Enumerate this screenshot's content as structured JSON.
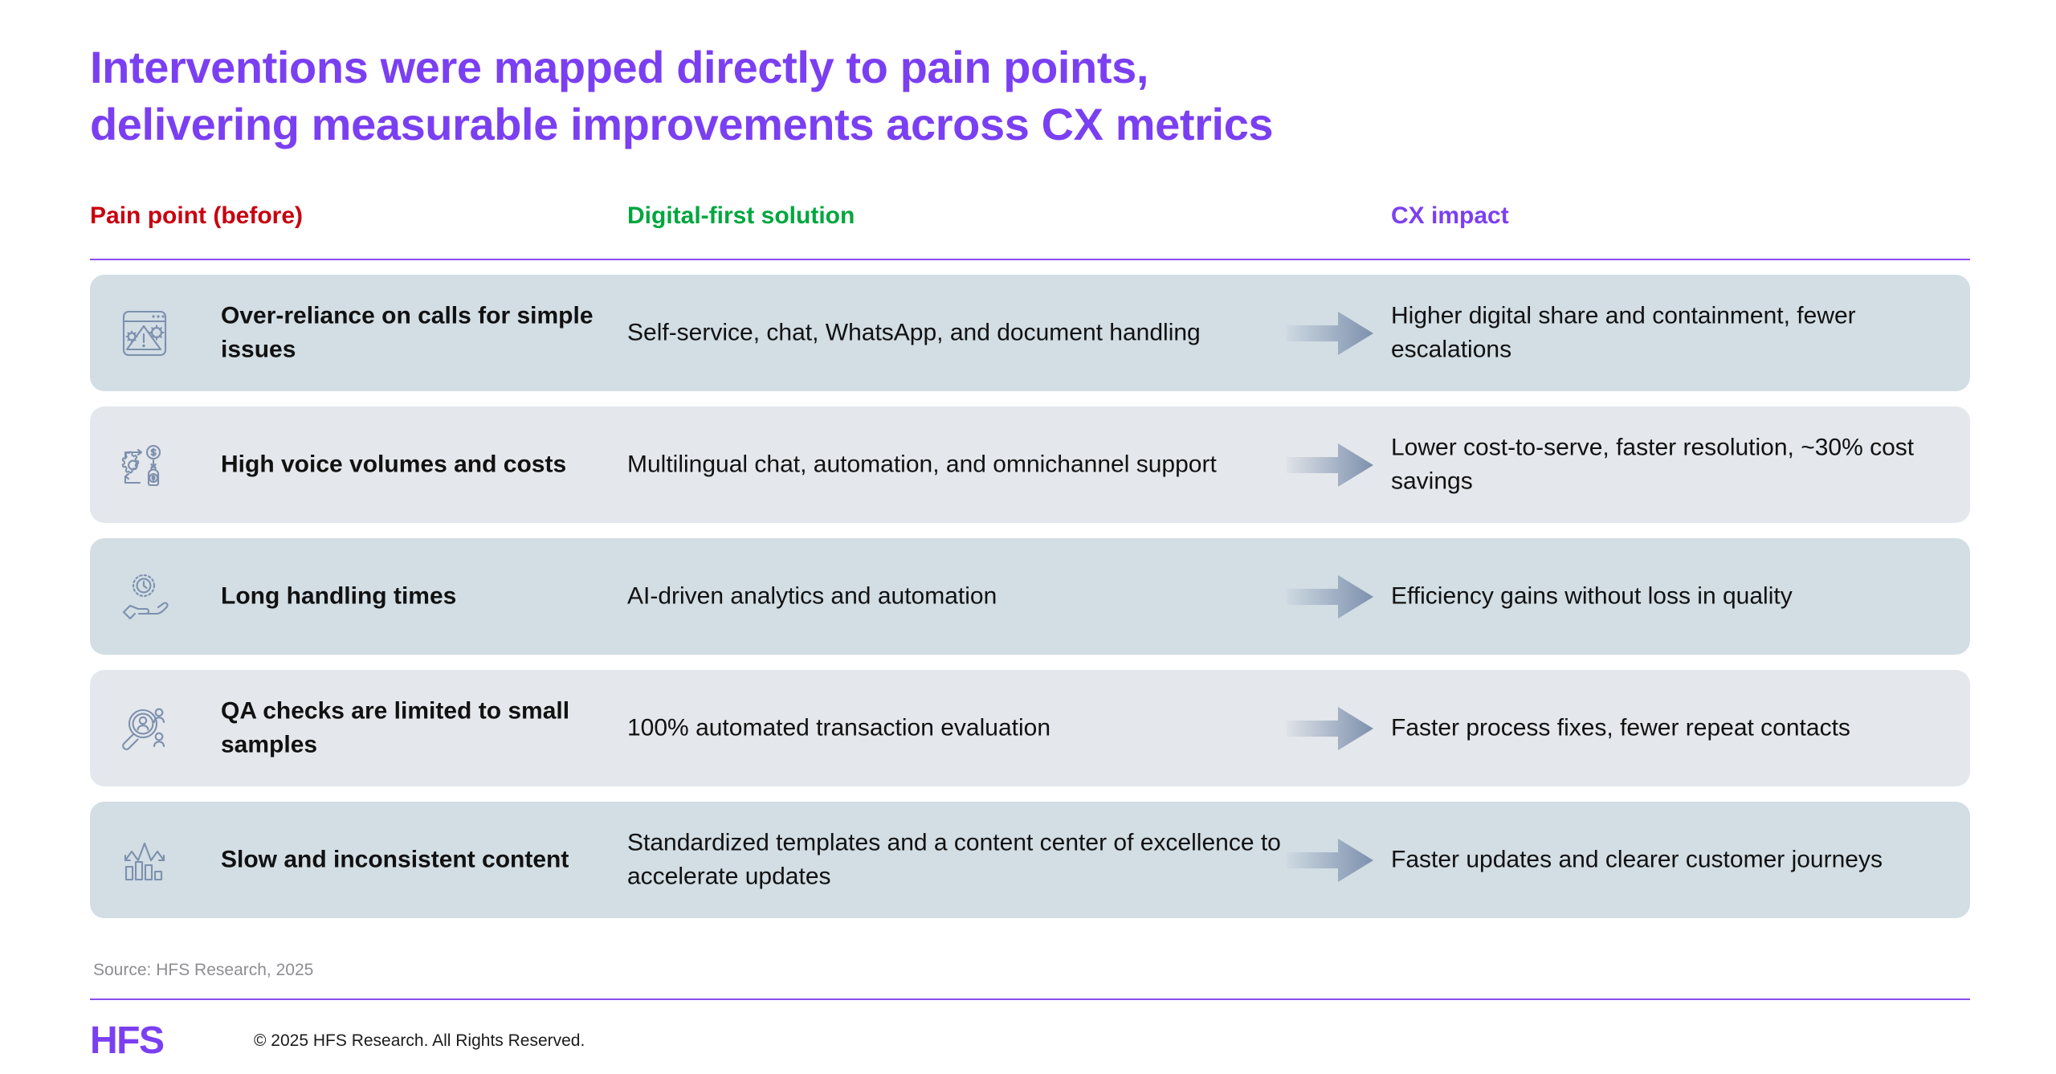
{
  "title": {
    "line1": "Interventions were mapped directly to pain points,",
    "line2": "delivering measurable improvements across CX metrics",
    "color": "#7b3ff2"
  },
  "columns": {
    "pain": {
      "label": "Pain point (before)",
      "color": "#c8000f"
    },
    "solution": {
      "label": "Digital-first solution",
      "color": "#00a63e"
    },
    "impact": {
      "label": "CX impact",
      "color": "#7b3ff2"
    }
  },
  "rows": [
    {
      "icon": "browser-warning-gear-icon",
      "pain": "Over-reliance on calls for simple issues",
      "solution": "Self-service, chat, WhatsApp, and document handling",
      "arrow": "right-arrow-icon",
      "impact": "Higher digital share and containment, fewer escalations",
      "band": "dark"
    },
    {
      "icon": "gear-money-cycle-icon",
      "pain": "High voice volumes and costs",
      "solution": "Multilingual chat, automation, and omnichannel support",
      "arrow": "right-arrow-icon",
      "impact": "Lower cost-to-serve, faster resolution, ~30% cost savings",
      "band": "light"
    },
    {
      "icon": "hand-clock-icon",
      "pain": "Long handling times",
      "solution": "AI-driven analytics and automation",
      "arrow": "right-arrow-icon",
      "impact": "Efficiency gains without loss in quality",
      "band": "dark"
    },
    {
      "icon": "magnifier-people-icon",
      "pain": "QA checks are limited to small samples",
      "solution": "100% automated transaction evaluation",
      "arrow": "right-arrow-icon",
      "impact": "Faster process fixes, fewer repeat contacts",
      "band": "light"
    },
    {
      "icon": "bar-chart-arrows-icon",
      "pain": "Slow and inconsistent content",
      "solution": "Standardized templates and a content center of excellence to accelerate updates",
      "arrow": "right-arrow-icon",
      "impact": "Faster updates and clearer customer journeys",
      "band": "dark"
    }
  ],
  "footer": {
    "source": "Source: HFS Research, 2025",
    "logo": "HFS",
    "copyright": "© 2025 HFS Research. All Rights Reserved.",
    "rule_color": "#8a4df0"
  },
  "palette": {
    "band_dark": "#d2dde4",
    "band_light": "#e4e7eb",
    "icon_stroke": "#7d90ad",
    "arrow_end": "#7d90ad"
  }
}
